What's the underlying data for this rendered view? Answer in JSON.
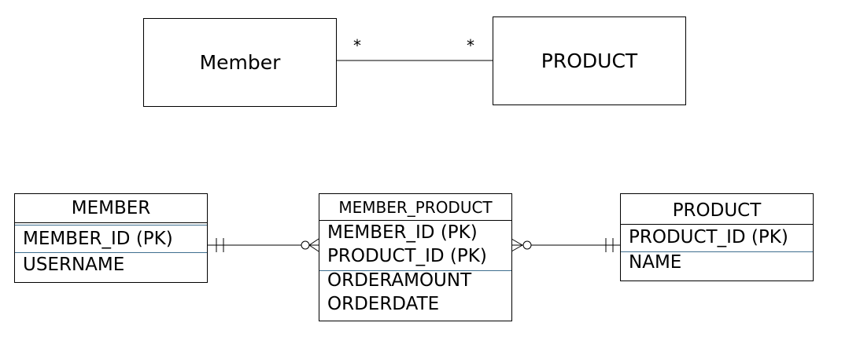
{
  "conceptual": {
    "left_entity": "Member",
    "right_entity": "PRODUCT",
    "left_multiplicity": "*",
    "right_multiplicity": "*"
  },
  "tables": {
    "member": {
      "title": "MEMBER",
      "key_rows": [
        "MEMBER_ID (PK)"
      ],
      "rows": [
        "USERNAME"
      ]
    },
    "member_product": {
      "title": "MEMBER_PRODUCT",
      "key_rows": [
        "MEMBER_ID (PK)",
        "PRODUCT_ID (PK)"
      ],
      "rows": [
        "ORDERAMOUNT",
        "ORDERDATE"
      ]
    },
    "product": {
      "title": "PRODUCT",
      "key_rows": [
        "PRODUCT_ID (PK)"
      ],
      "rows": [
        "NAME"
      ]
    }
  },
  "colors": {
    "line": "#000000",
    "key_divider": "#3f6f8f"
  }
}
